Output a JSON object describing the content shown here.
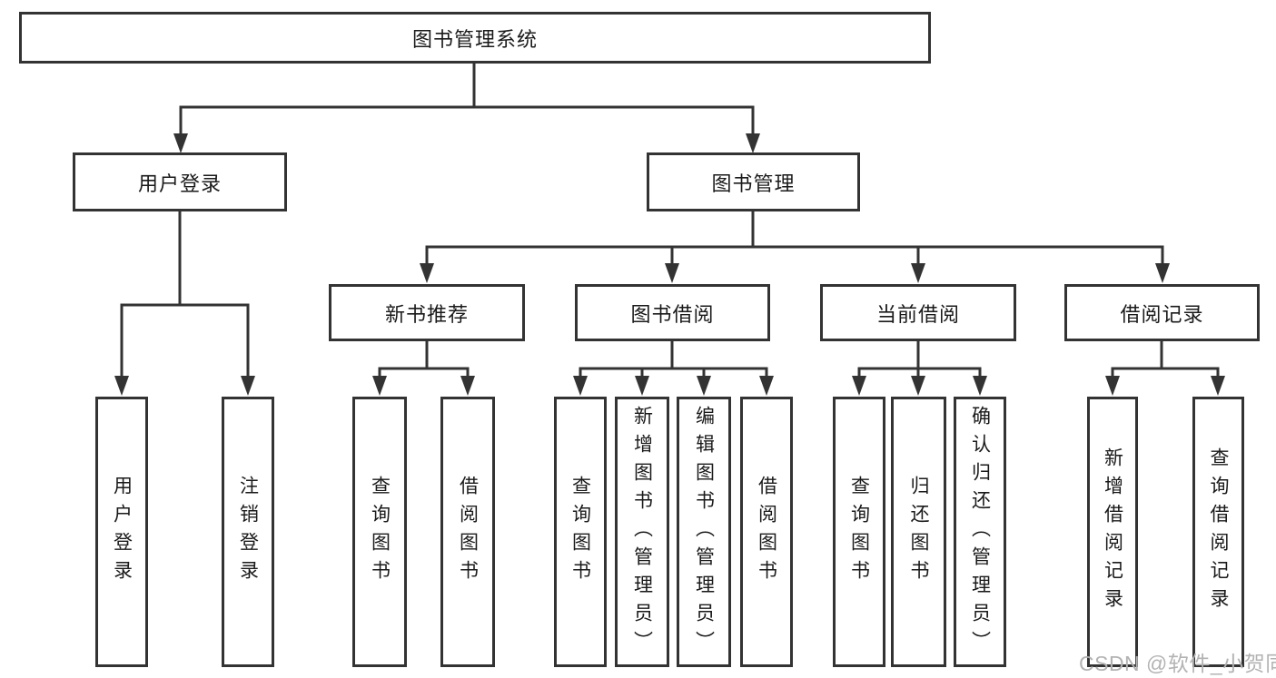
{
  "diagram": {
    "root": {
      "label": "图书管理系统"
    },
    "branches": [
      {
        "label": "用户登录",
        "children": [
          {
            "label": "用户登录"
          },
          {
            "label": "注销登录"
          }
        ]
      },
      {
        "label": "图书管理",
        "children": [
          {
            "label": "新书推荐",
            "children": [
              {
                "label": "查询图书"
              },
              {
                "label": "借阅图书"
              }
            ]
          },
          {
            "label": "图书借阅",
            "children": [
              {
                "label": "查询图书"
              },
              {
                "label": "新增图书（管理员）"
              },
              {
                "label": "编辑图书（管理员）"
              },
              {
                "label": "借阅图书"
              }
            ]
          },
          {
            "label": "当前借阅",
            "children": [
              {
                "label": "查询图书"
              },
              {
                "label": "归还图书"
              },
              {
                "label": "确认归还（管理员）"
              }
            ]
          },
          {
            "label": "借阅记录",
            "children": [
              {
                "label": "新增借阅记录"
              },
              {
                "label": "查询借阅记录"
              }
            ]
          }
        ]
      }
    ]
  },
  "watermark": {
    "text": "CSDN @软件_小贺同学"
  },
  "colors": {
    "line": "#333333",
    "box_border": "#333333",
    "text": "#1a1a1a",
    "watermark": "#b3b3b3",
    "background": "#ffffff"
  }
}
